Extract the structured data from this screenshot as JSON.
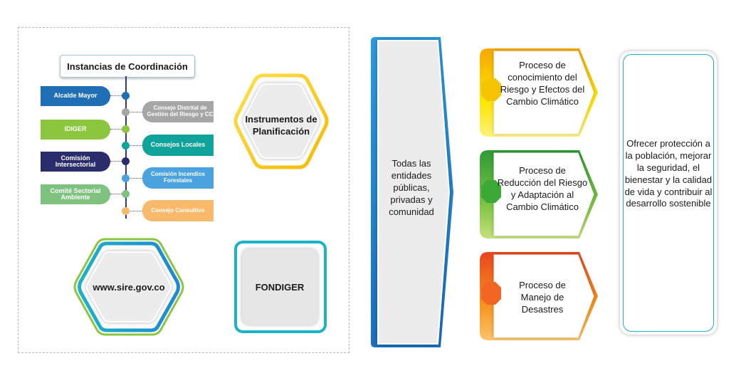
{
  "coordination": {
    "title": "Instancias de Coordinación",
    "left_items": [
      {
        "label": "Alcalde Mayor",
        "color": "#1f6fb6"
      },
      {
        "label": "IDIGER",
        "color": "#8cc63f"
      },
      {
        "label": "Comisión Intersectorial",
        "color": "#2a2c6b"
      },
      {
        "label": "Comité Sectorial Ambiente",
        "color": "#7fc27f"
      }
    ],
    "right_items": [
      {
        "label": "Consejo Distrital de Gestión del Riesgo y CC",
        "color": "#a6a6a6"
      },
      {
        "label": "Consejos Locales",
        "color": "#0fa39b"
      },
      {
        "label": "Comisión Incendios Forestales",
        "color": "#4aa3df"
      },
      {
        "label": "Consejo Consultivo",
        "color": "#f8b96b"
      }
    ]
  },
  "instruments": {
    "label": "Instrumentos de Planificación"
  },
  "website": {
    "label": "www.sire.gov.co"
  },
  "fund": {
    "label": "FONDIGER"
  },
  "actors": {
    "label": "Todas las entidades públicas, privadas y comunidad"
  },
  "processes": [
    {
      "label": "Proceso de conocimiento del Riesgo y Efectos del Cambio Climático",
      "color": "#f5c400"
    },
    {
      "label": "Proceso de Reducción del Riesgo y Adaptación al Cambio Climático",
      "color": "#3aa935"
    },
    {
      "label": "Proceso de Manejo de Desastres",
      "color": "#f26522"
    }
  ],
  "outcome": {
    "label": "Ofrecer protección a la población, mejorar la seguridad, el bienestar y la calidad de vida y contribuir al desarrollo sostenible"
  }
}
